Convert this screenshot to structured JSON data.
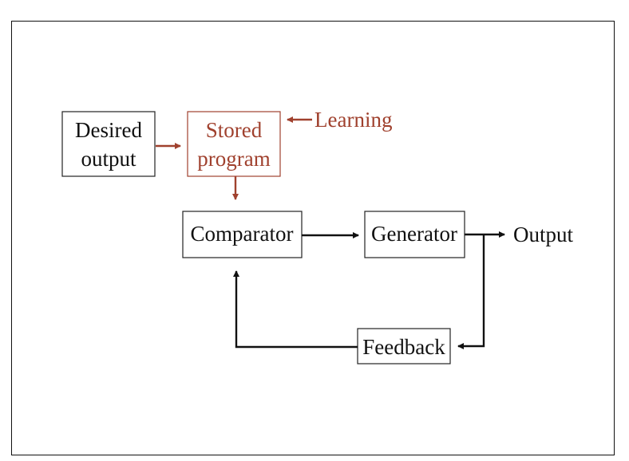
{
  "nodes": {
    "desired_output": [
      "Desired",
      "output"
    ],
    "stored_program": [
      "Stored",
      "program"
    ],
    "learning": "Learning",
    "comparator": "Comparator",
    "generator": "Generator",
    "output": "Output",
    "feedback": "Feedback"
  },
  "colors": {
    "accent": "#a0412e",
    "line": "#111111"
  }
}
